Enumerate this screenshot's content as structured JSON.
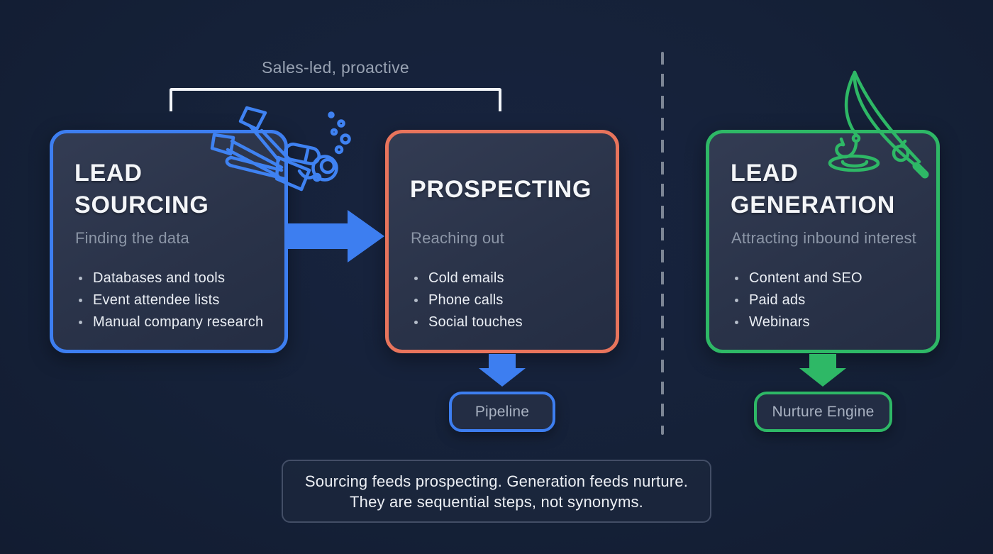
{
  "bracket": {
    "label": "Sales-led, proactive"
  },
  "cards": [
    {
      "title_lines": [
        "LEAD",
        "SOURCING"
      ],
      "subtitle": "Finding the data",
      "bullets": [
        "Databases and tools",
        "Event attendee lists",
        "Manual company research"
      ],
      "accent": "#3d7ef0",
      "icon": "scuba-diver"
    },
    {
      "title_lines": [
        "PROSPECTING"
      ],
      "subtitle": "Reaching out",
      "bullets": [
        "Cold emails",
        "Phone calls",
        "Social touches"
      ],
      "accent": "#e8745c"
    },
    {
      "title_lines": [
        "LEAD",
        "GENERATION"
      ],
      "subtitle": "Attracting inbound interest",
      "bullets": [
        "Content and SEO",
        "Paid ads",
        "Webinars"
      ],
      "accent": "#2eb866",
      "icon": "fishing-rod"
    }
  ],
  "outputs": [
    {
      "label": "Pipeline",
      "accent": "#3d7ef0"
    },
    {
      "label": "Nurture Engine",
      "accent": "#2eb866"
    }
  ],
  "note": {
    "line1": "Sourcing feeds prospecting. Generation feeds nurture.",
    "line2": "They are sequential steps, not synonyms."
  },
  "colors": {
    "background": "#152138",
    "card_fill": "#2a3349",
    "blue": "#3d7ef0",
    "coral": "#e8745c",
    "green": "#2eb866",
    "bracket_line": "#f2f5f9",
    "muted_text": "#8c96a7",
    "body_text": "#eaeef4",
    "divider": "#7d8695"
  }
}
